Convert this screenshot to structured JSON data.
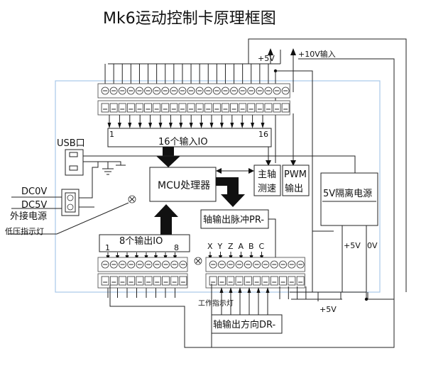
{
  "title": "Mk6运动控制卡原理框图",
  "labels": {
    "plus5v_top": "+5V",
    "input_10v": "+10V输入",
    "usb": "USB口",
    "dc0v": "DC0V",
    "dc5v": "DC5V",
    "ext_power": "外接电源",
    "low_voltage_led": "低压指示灯",
    "work_led": "工作指示灯",
    "inputs_16": "16个输入IO",
    "in_start": "1",
    "in_end": "16",
    "mcu": "MCU处理器",
    "spindle_line1": "主轴",
    "spindle_line2": "测速",
    "pwm_line1": "PWM",
    "pwm_line2": "输出",
    "isolated_power": "5V隔离电源",
    "axis_pulse": "轴输出脉冲PR-",
    "axis_dir": "轴输出方向DR-",
    "outputs_8": "8个输出IO",
    "out_start": "1",
    "out_end": "8",
    "plus5v_right": "+5V",
    "zero_v": "0V",
    "plus5v_bottom": "+5V"
  },
  "axes": [
    "X",
    "Y",
    "Z",
    "A",
    "B",
    "C"
  ],
  "colors": {
    "board": "#a8c8e8",
    "line": "#222222"
  }
}
